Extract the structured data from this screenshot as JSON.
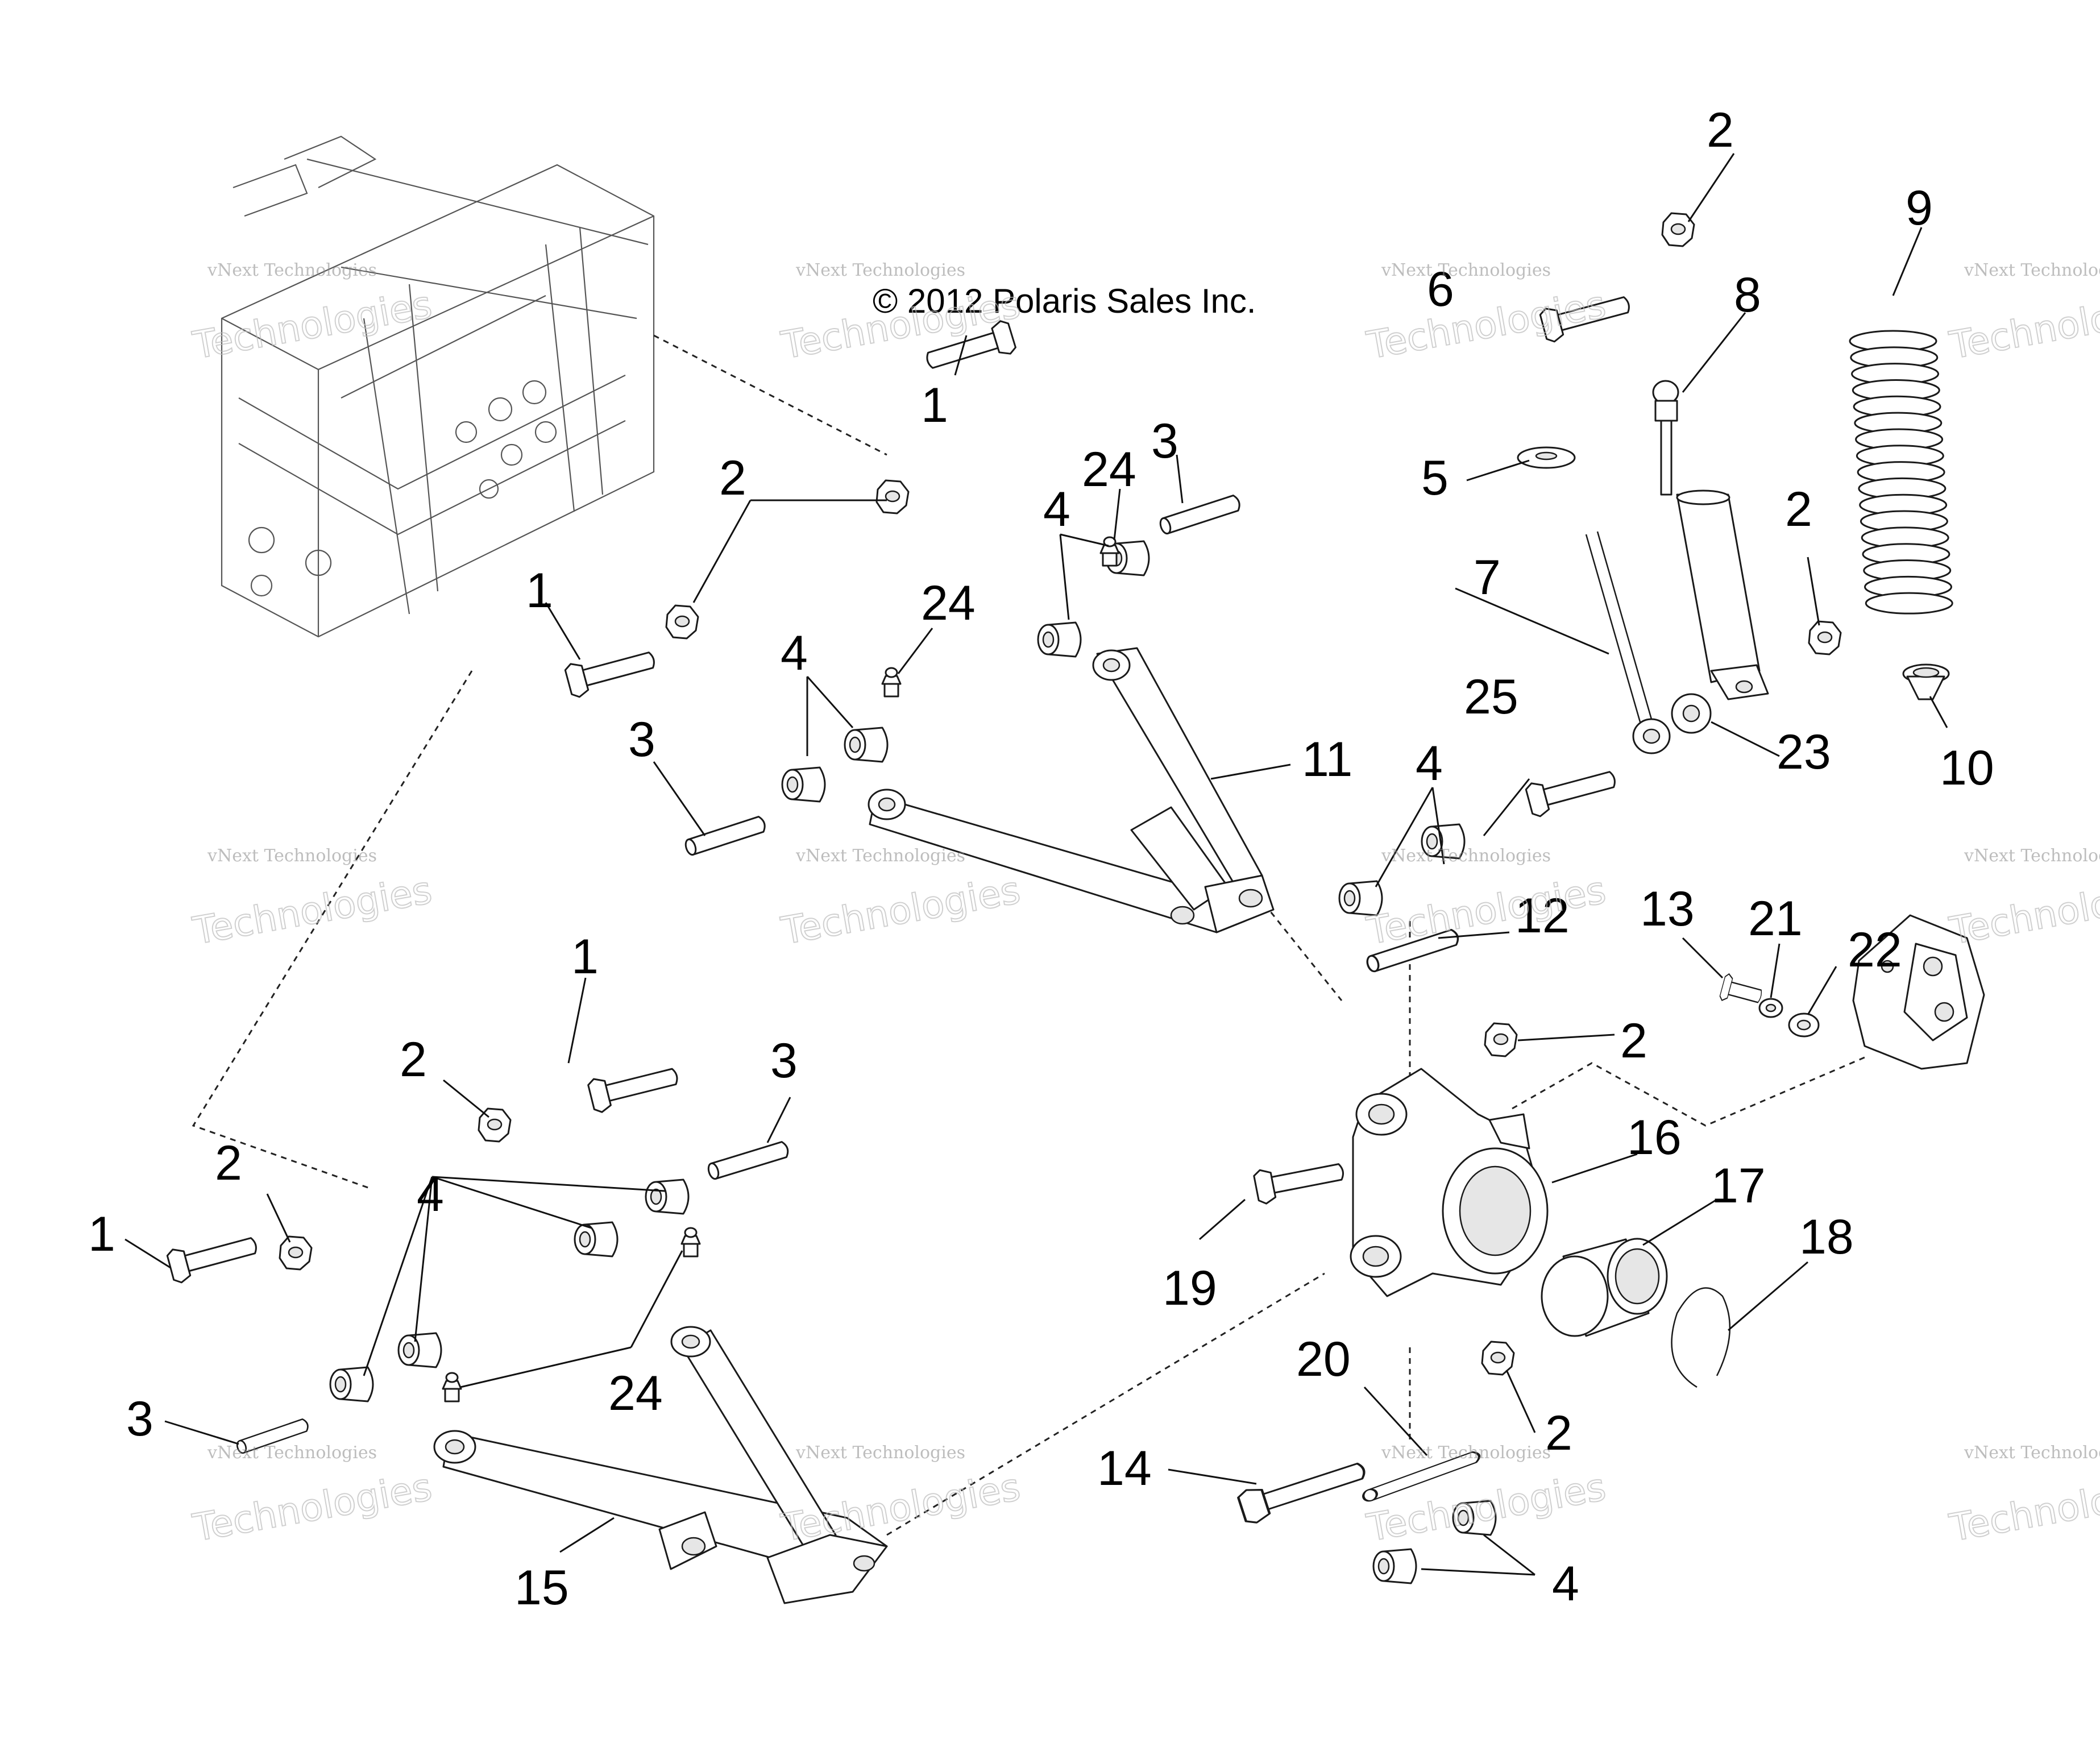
{
  "copyright": "© 2012 Polaris Sales Inc.",
  "watermark": {
    "line1": "vNext Technologies",
    "line2": "Technologies"
  },
  "callouts": {
    "c1_a": "1",
    "c1_b": "1",
    "c1_c": "1",
    "c1_d": "1",
    "c2_a": "2",
    "c2_b": "2",
    "c2_c": "2",
    "c2_d": "2",
    "c2_e": "2",
    "c2_f": "2",
    "c2_g": "2",
    "c3_a": "3",
    "c3_b": "3",
    "c3_c": "3",
    "c3_d": "3",
    "c4_a": "4",
    "c4_b": "4",
    "c4_c": "4",
    "c4_d": "4",
    "c4_e": "4",
    "c5": "5",
    "c6": "6",
    "c7": "7",
    "c8": "8",
    "c9": "9",
    "c10": "10",
    "c11": "11",
    "c12": "12",
    "c13": "13",
    "c14": "14",
    "c15": "15",
    "c16": "16",
    "c17": "17",
    "c18": "18",
    "c19": "19",
    "c20": "20",
    "c21": "21",
    "c22": "22",
    "c23": "23",
    "c24_a": "24",
    "c24_b": "24",
    "c24_c": "24",
    "c25": "25"
  }
}
